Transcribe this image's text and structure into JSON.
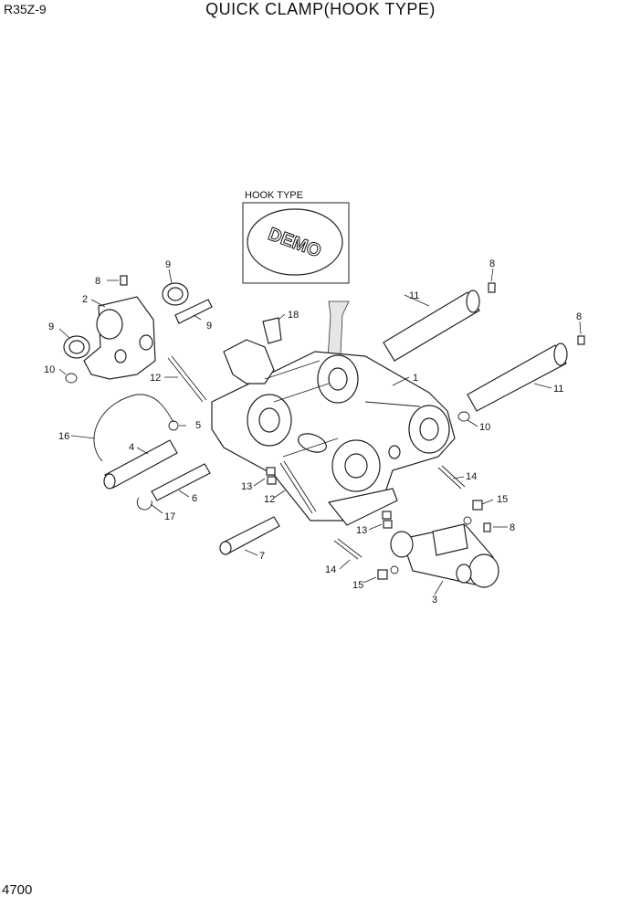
{
  "header": {
    "model": "R35Z-9",
    "title": "QUICK CLAMP(HOOK TYPE)"
  },
  "footer": {
    "page_number": "4700"
  },
  "inset": {
    "label": "HOOK TYPE"
  },
  "callouts": {
    "c1": "1",
    "c2": "2",
    "c3": "3",
    "c4": "4",
    "c5": "5",
    "c6": "6",
    "c7": "7",
    "c8a": "8",
    "c8b": "8",
    "c8c": "8",
    "c8d": "8",
    "c9a": "9",
    "c9b": "9",
    "c9c": "9",
    "c10a": "10",
    "c10b": "10",
    "c11a": "11",
    "c11b": "11",
    "c12a": "12",
    "c12b": "12",
    "c13a": "13",
    "c13b": "13",
    "c14a": "14",
    "c14b": "14",
    "c15a": "15",
    "c15b": "15",
    "c16": "16",
    "c17": "17",
    "c18": "18"
  }
}
